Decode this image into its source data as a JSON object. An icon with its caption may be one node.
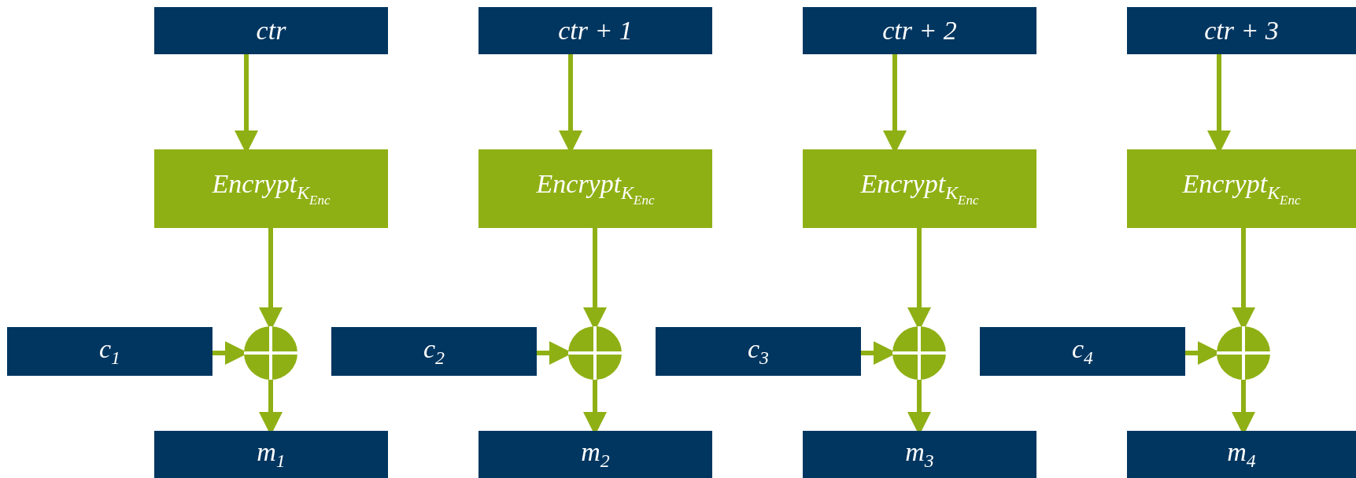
{
  "diagram": {
    "nodes": [
      {
        "text": [
          "ctr"
        ]
      },
      {
        "text": [
          "ctr + 1"
        ]
      },
      {
        "text": [
          "ctr + 2"
        ]
      },
      {
        "text": [
          "ctr + 3"
        ]
      },
      {
        "text": [
          "Encrypt$_{K}$$_{Enc}$"
        ]
      },
      {
        "text": [
          "Encrypt$_{K}$$_{Enc}$"
        ]
      },
      {
        "text": [
          "Encrypt$_{K}$$_{Enc}$"
        ]
      },
      {
        "text": [
          "Encrypt$_{K}$$_{Enc}$"
        ]
      },
      {
        "text": [
          "c$_{1}$"
        ]
      },
      {
        "text": [],
        "shape": "circle"
      },
      {
        "text": [
          "c$_{2}$"
        ]
      },
      {
        "text": [],
        "shape": "circle"
      },
      {
        "text": [
          "c$_{3}$"
        ]
      },
      {
        "text": [],
        "shape": "circle"
      },
      {
        "text": [
          "c$_{4}$"
        ]
      },
      {
        "text": [],
        "shape": "circle"
      },
      {
        "text": [
          "m$_{1}$"
        ]
      },
      {
        "text": [
          "m$_{2}$"
        ]
      },
      {
        "text": [
          "m$_{3}$"
        ]
      },
      {
        "text": [
          "m$_{4}$"
        ]
      }
    ],
    "edges": [
      {
        "from": 0,
        "to": 4,
        "arrow": "to"
      },
      {
        "from": 1,
        "to": 5,
        "arrow": "to"
      },
      {
        "from": 2,
        "to": 6,
        "arrow": "to"
      },
      {
        "from": 3,
        "to": 7,
        "arrow": "to"
      },
      {
        "from": 4,
        "to": 9,
        "arrow": "to"
      },
      {
        "from": 5,
        "to": 11,
        "arrow": "to"
      },
      {
        "from": 6,
        "to": 13,
        "arrow": "to"
      },
      {
        "from": 7,
        "to": 15,
        "arrow": "to"
      },
      {
        "from": 8,
        "to": 9,
        "arrow": "to"
      },
      {
        "from": 10,
        "to": 11,
        "arrow": "to"
      },
      {
        "from": 12,
        "to": 13,
        "arrow": "to"
      },
      {
        "from": 14,
        "to": 15,
        "arrow": "to"
      },
      {
        "from": 9,
        "to": 16,
        "arrow": "to"
      },
      {
        "from": 11,
        "to": 17,
        "arrow": "to"
      },
      {
        "from": 13,
        "to": 18,
        "arrow": "to"
      },
      {
        "from": 15,
        "to": 19,
        "arrow": "to"
      }
    ]
  }
}
